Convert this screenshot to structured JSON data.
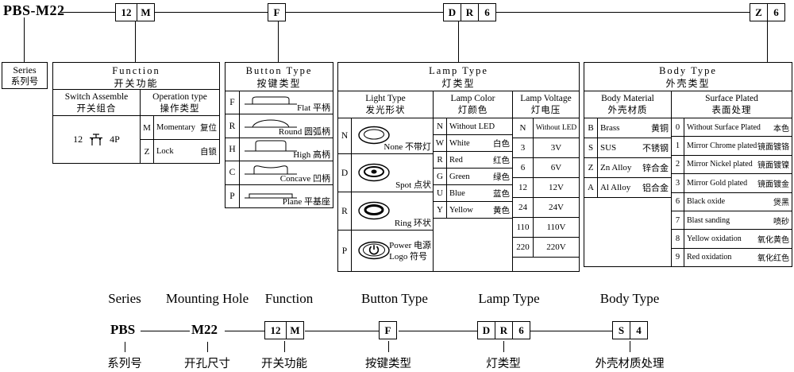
{
  "colors": {
    "background": "#ffffff",
    "line": "#000000"
  },
  "top": {
    "prefix": "PBS-M22",
    "code_boxes": [
      {
        "cells": [
          "12",
          "M"
        ]
      },
      {
        "cells": [
          "F"
        ]
      },
      {
        "cells": [
          "D",
          "R",
          "6"
        ]
      },
      {
        "cells": [
          "Z",
          "6"
        ]
      }
    ]
  },
  "series_box": {
    "en": "Series",
    "zh": "系列号"
  },
  "function_table": {
    "title_en": "Function",
    "title_zh": "开关功能",
    "switch_assemble": {
      "header_en": "Switch Assemble",
      "header_zh": "开关组合",
      "value_left": "12",
      "value_right": "4P"
    },
    "operation_type": {
      "header_en": "Operation type",
      "header_zh": "操作类型",
      "rows": [
        {
          "code": "M",
          "en": "Momentary",
          "zh": "复位"
        },
        {
          "code": "Z",
          "en": "Lock",
          "zh": "自锁"
        }
      ]
    }
  },
  "button_table": {
    "title_en": "Button  Type",
    "title_zh": "按键类型",
    "rows": [
      {
        "code": "F",
        "en": "Flat",
        "zh": "平柄"
      },
      {
        "code": "R",
        "en": "Round",
        "zh": "圆弧柄"
      },
      {
        "code": "H",
        "en": "High",
        "zh": "高柄"
      },
      {
        "code": "C",
        "en": "Concave",
        "zh": "凹柄"
      },
      {
        "code": "P",
        "en": "Plane",
        "zh": "平基座"
      }
    ]
  },
  "lamp_table": {
    "title_en": "Lamp  Type",
    "title_zh": "灯类型",
    "light_type": {
      "header_en": "Light Type",
      "header_zh": "发光形状",
      "rows": [
        {
          "code": "N",
          "en": "None",
          "zh": "不带灯"
        },
        {
          "code": "D",
          "en": "Spot",
          "zh": "点状"
        },
        {
          "code": "R",
          "en": "Ring",
          "zh": "环状"
        },
        {
          "code": "P",
          "en": "Power",
          "zh": "电源",
          "en2": "Logo",
          "zh2": "符号"
        }
      ]
    },
    "lamp_color": {
      "header_en": "Lamp  Color",
      "header_zh": "灯颜色",
      "rows": [
        {
          "code": "N",
          "en": "Without LED",
          "zh": ""
        },
        {
          "code": "W",
          "en": "White",
          "zh": "白色"
        },
        {
          "code": "R",
          "en": "Red",
          "zh": "红色"
        },
        {
          "code": "G",
          "en": "Green",
          "zh": "绿色"
        },
        {
          "code": "U",
          "en": "Blue",
          "zh": "蓝色"
        },
        {
          "code": "Y",
          "en": "Yellow",
          "zh": "黄色"
        }
      ]
    },
    "lamp_voltage": {
      "header_en": "Lamp Voltage",
      "header_zh": "灯电压",
      "rows": [
        {
          "code": "N",
          "label": "Without LED"
        },
        {
          "code": "3",
          "label": "3V"
        },
        {
          "code": "6",
          "label": "6V"
        },
        {
          "code": "12",
          "label": "12V"
        },
        {
          "code": "24",
          "label": "24V"
        },
        {
          "code": "110",
          "label": "110V"
        },
        {
          "code": "220",
          "label": "220V"
        }
      ]
    }
  },
  "body_table": {
    "title_en": "Body Type",
    "title_zh": "外壳类型",
    "material": {
      "header_en": "Body Material",
      "header_zh": "外壳材质",
      "rows": [
        {
          "code": "B",
          "en": "Brass",
          "zh": "黄铜"
        },
        {
          "code": "S",
          "en": "SUS",
          "zh": "不锈钢"
        },
        {
          "code": "Z",
          "en": "Zn Alloy",
          "zh": "锌合金"
        },
        {
          "code": "A",
          "en": "Al Alloy",
          "zh": "铝合金"
        }
      ]
    },
    "surface": {
      "header_en": "Surface  Plated",
      "header_zh": "表面处理",
      "rows": [
        {
          "code": "0",
          "en": "Without Surface Plated",
          "zh": "本色"
        },
        {
          "code": "1",
          "en": "Mirror Chrome plated",
          "zh": "镜面镀铬"
        },
        {
          "code": "2",
          "en": "Mirror Nickel plated",
          "zh": "镜面镀镍"
        },
        {
          "code": "3",
          "en": "Mirror Gold plated",
          "zh": "镜面镀金"
        },
        {
          "code": "6",
          "en": "Black oxide",
          "zh": "煲黑"
        },
        {
          "code": "7",
          "en": "Blast sanding",
          "zh": "喷砂"
        },
        {
          "code": "8",
          "en": "Yellow oxidation",
          "zh": "氧化黄色"
        },
        {
          "code": "9",
          "en": "Red oxidation",
          "zh": "氧化红色"
        }
      ]
    }
  },
  "example": {
    "labels_en": [
      "Series",
      "Mounting Hole",
      "Function",
      "Button  Type",
      "Lamp  Type",
      "Body Type"
    ],
    "labels_zh": [
      "系列号",
      "开孔尺寸",
      "开关功能",
      "按键类型",
      "灯类型",
      "外壳材质处理"
    ],
    "series_value": "PBS",
    "mounting_value": "M22",
    "boxes": [
      {
        "cells": [
          "12",
          "M"
        ]
      },
      {
        "cells": [
          "F"
        ]
      },
      {
        "cells": [
          "D",
          "R",
          "6"
        ]
      },
      {
        "cells": [
          "S",
          "4"
        ]
      }
    ]
  }
}
